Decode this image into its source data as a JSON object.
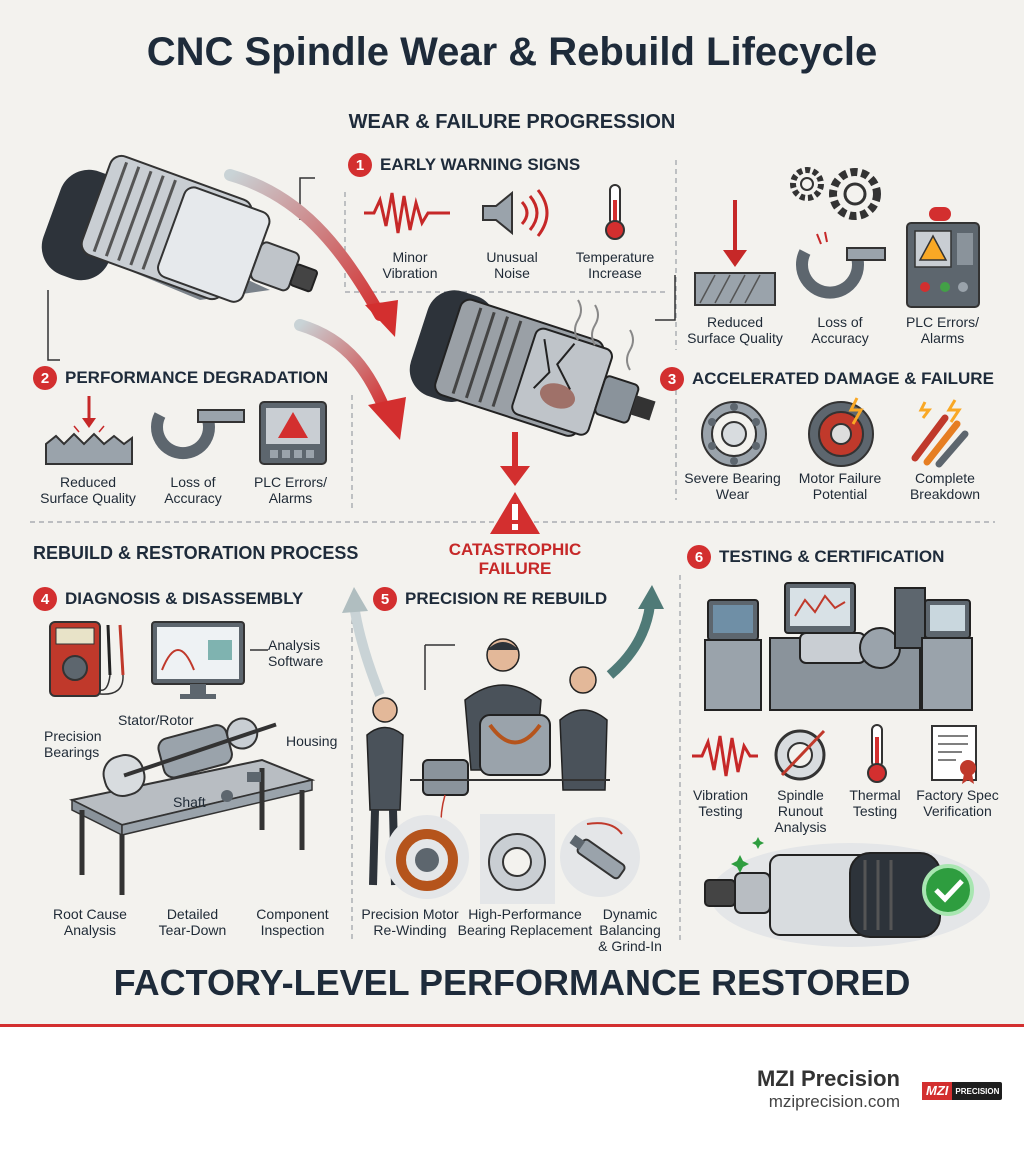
{
  "title": "CNC Spindle Wear & Rebuild Lifecycle",
  "wear_section": {
    "heading": "WEAR & FAILURE PROGRESSION",
    "step1": {
      "num": "1",
      "title": "EARLY WARNING SIGNS",
      "items": [
        "Minor\nVibration",
        "Unusual\nNoise",
        "Temperature\nIncrease"
      ]
    },
    "step2": {
      "num": "2",
      "title": "PERFORMANCE DEGRADATION",
      "items": [
        "Reduced\nSurface Quality",
        "Loss of\nAccuracy",
        "PLC Errors/\nAlarms"
      ]
    },
    "step3": {
      "num": "3",
      "title": "ACCELERATED DAMAGE & FAILURE",
      "items": [
        "Severe Bearing\nWear",
        "Motor Failure\nPotential",
        "Complete\nBreakdown"
      ]
    },
    "right_top_items": [
      "Reduced\nSurface Quality",
      "Loss of\nAccuracy",
      "PLC Errors/\nAlarms"
    ],
    "catastrophic": "CATASTROPHIC\nFAILURE"
  },
  "rebuild_section": {
    "heading": "REBUILD & RESTORATION PROCESS",
    "step4": {
      "num": "4",
      "title": "DIAGNOSIS & DISASSEMBLY",
      "callouts": {
        "analysis": "Analysis\nSoftware",
        "stator": "Stator/Rotor",
        "bearings": "Precision\nBearings",
        "housing": "Housing",
        "shaft": "Shaft"
      },
      "items": [
        "Root Cause\nAnalysis",
        "Detailed\nTear-Down",
        "Component\nInspection"
      ]
    },
    "step5": {
      "num": "5",
      "title": "PRECISION RE REBUILD",
      "items": [
        "Precision Motor\nRe-Winding",
        "High-Performance\nBearing Replacement",
        "Dynamic\nBalancing\n& Grind-In"
      ]
    },
    "step6": {
      "num": "6",
      "title": "TESTING & CERTIFICATION",
      "items": [
        "Vibration\nTesting",
        "Spindle\nRunout\nAnalysis",
        "Thermal\nTesting",
        "Factory Spec\nVerification"
      ]
    }
  },
  "banner": "FACTORY-LEVEL PERFORMANCE RESTORED",
  "footer": {
    "company": "MZI Precision",
    "url": "mziprecision.com",
    "logo_text": "MZI",
    "logo_sub": "PRECISION"
  },
  "colors": {
    "accent": "#d32f2f",
    "dark": "#1e2b3a",
    "teal": "#4f7a77",
    "green": "#2e9d3f"
  }
}
